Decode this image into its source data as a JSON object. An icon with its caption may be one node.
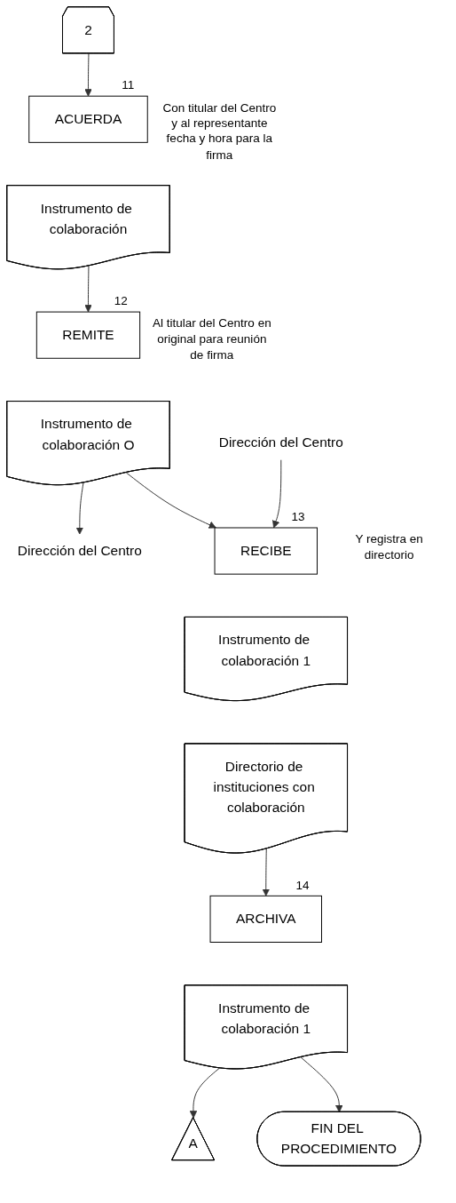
{
  "diagram": {
    "nodes": [
      {
        "text": [
          "2"
        ]
      },
      {
        "text": [
          "ACUERDA"
        ],
        "beside": [
          "11",
          "Con titular del Centro y al representante fecha y hora para la firma"
        ]
      },
      {
        "text": [
          "Instrumento de colaboración"
        ]
      },
      {
        "text": [
          "REMITE"
        ],
        "beside": [
          "12",
          "Al titular del Centro en original para reunión de firma"
        ]
      },
      {
        "text": [
          "Instrumento de colaboración O"
        ]
      },
      {
        "text": [
          "Dirección del Centro"
        ]
      },
      {
        "text": [
          "Dirección del Centro"
        ]
      },
      {
        "text": [
          "RECIBE"
        ],
        "beside": [
          "13",
          "Y registra en directorio"
        ]
      },
      {
        "text": [
          "Instrumento de colaboración 1"
        ]
      },
      {
        "text": [
          "Directorio de instituciones con colaboración"
        ]
      },
      {
        "text": [
          "ARCHIVA"
        ],
        "beside": [
          "14"
        ]
      },
      {
        "text": [
          "Instrumento de colaboración 1"
        ]
      },
      {
        "text": [
          "A"
        ]
      },
      {
        "text": [
          "FIN DEL PROCEDIMIENTO"
        ]
      }
    ],
    "edges": [
      {
        "from": 0,
        "to": 1,
        "arrow": "to"
      },
      {
        "from": 2,
        "to": 3,
        "arrow": "to"
      },
      {
        "from": 4,
        "to": 5,
        "arrow": "to"
      },
      {
        "from": 4,
        "to": 7,
        "arrow": "to"
      },
      {
        "from": 6,
        "to": 7,
        "arrow": "to"
      },
      {
        "from": 9,
        "to": 10,
        "arrow": "to"
      },
      {
        "from": 11,
        "to": 12,
        "arrow": "to"
      },
      {
        "from": 11,
        "to": 13,
        "arrow": "to"
      }
    ]
  }
}
